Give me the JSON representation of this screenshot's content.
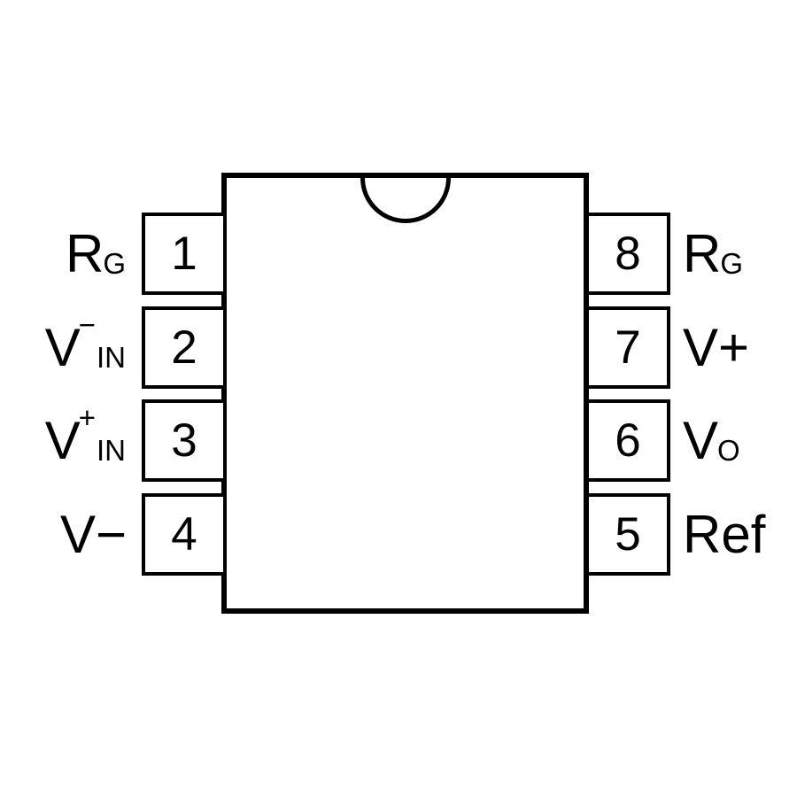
{
  "colors": {
    "ink": "#000000",
    "background": "#ffffff"
  },
  "pins": {
    "left": [
      {
        "number": "1",
        "label_base": "R",
        "label_sup": "",
        "label_sub": "G"
      },
      {
        "number": "2",
        "label_base": "V",
        "label_sup": "−",
        "label_sub": "IN"
      },
      {
        "number": "3",
        "label_base": "V",
        "label_sup": "+",
        "label_sub": "IN"
      },
      {
        "number": "4",
        "label_base": "V−",
        "label_sup": "",
        "label_sub": ""
      }
    ],
    "right": [
      {
        "number": "8",
        "label_base": "R",
        "label_sup": "",
        "label_sub": "G"
      },
      {
        "number": "7",
        "label_base": "V+",
        "label_sup": "",
        "label_sub": ""
      },
      {
        "number": "6",
        "label_base": "V",
        "label_sup": "",
        "label_sub": "O"
      },
      {
        "number": "5",
        "label_base": "Ref",
        "label_sup": "",
        "label_sub": ""
      }
    ]
  }
}
